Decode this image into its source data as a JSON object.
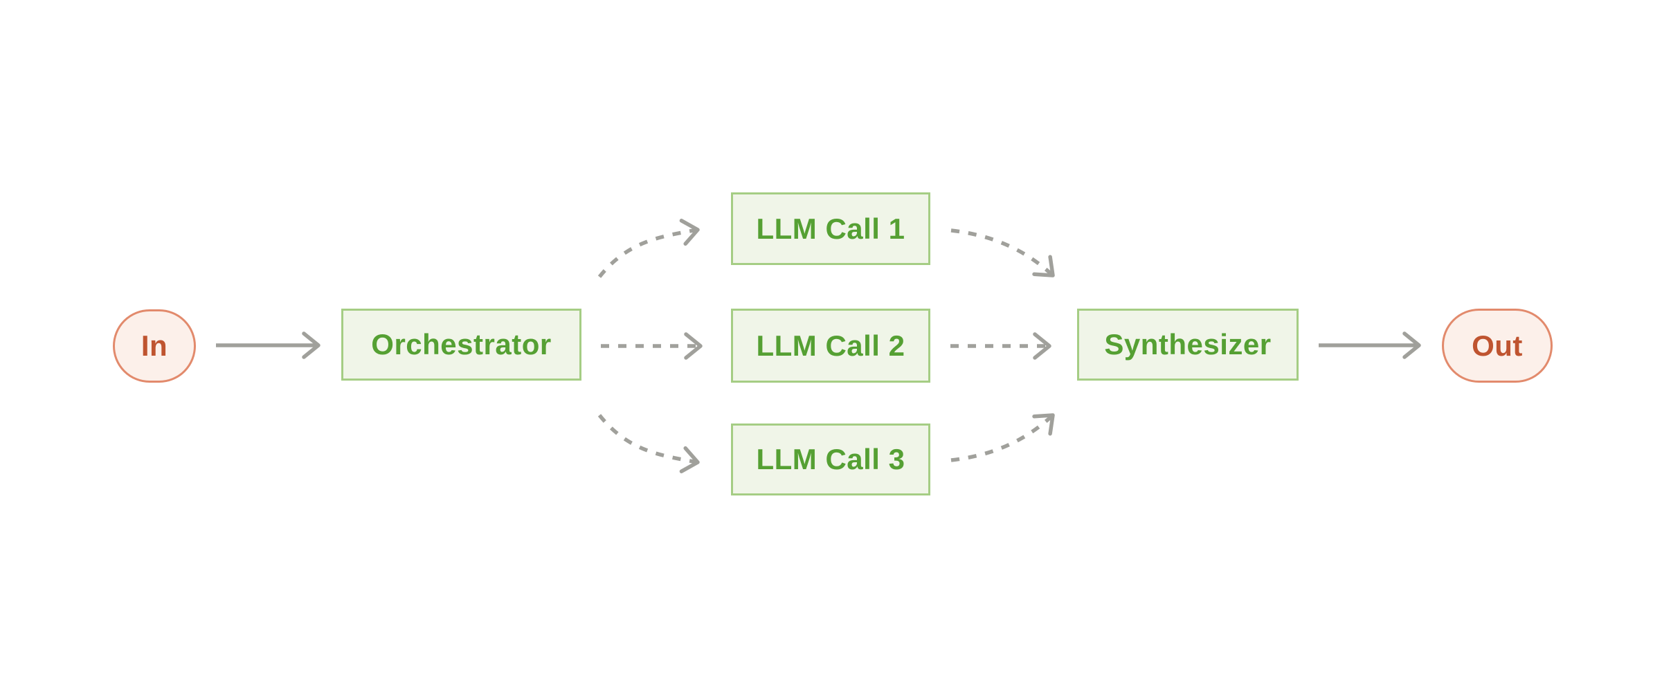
{
  "diagram": {
    "name": "orchestrator-workers-flow",
    "nodes": {
      "input": {
        "label": "In",
        "shape": "pill",
        "role": "terminal"
      },
      "orchestrator": {
        "label": "Orchestrator",
        "shape": "box",
        "role": "process"
      },
      "llm_call_1": {
        "label": "LLM Call 1",
        "shape": "box",
        "role": "process"
      },
      "llm_call_2": {
        "label": "LLM Call 2",
        "shape": "box",
        "role": "process"
      },
      "llm_call_3": {
        "label": "LLM Call 3",
        "shape": "box",
        "role": "process"
      },
      "synthesizer": {
        "label": "Synthesizer",
        "shape": "box",
        "role": "process"
      },
      "output": {
        "label": "Out",
        "shape": "pill",
        "role": "terminal"
      }
    },
    "edges": [
      {
        "from": "In",
        "to": "Orchestrator",
        "style": "solid"
      },
      {
        "from": "Orchestrator",
        "to": "LLM Call 1",
        "style": "dashed"
      },
      {
        "from": "Orchestrator",
        "to": "LLM Call 2",
        "style": "dashed"
      },
      {
        "from": "Orchestrator",
        "to": "LLM Call 3",
        "style": "dashed"
      },
      {
        "from": "LLM Call 1",
        "to": "Synthesizer",
        "style": "dashed"
      },
      {
        "from": "LLM Call 2",
        "to": "Synthesizer",
        "style": "dashed"
      },
      {
        "from": "LLM Call 3",
        "to": "Synthesizer",
        "style": "dashed"
      },
      {
        "from": "Synthesizer",
        "to": "Out",
        "style": "solid"
      }
    ]
  },
  "colors": {
    "green_fill": "#f0f5e8",
    "green_border": "#a5cd84",
    "green_text": "#55a033",
    "pink_fill": "#fcf0ea",
    "pink_border": "#e28a6c",
    "red_text": "#bf5430",
    "arrow_gray": "#a0a09b"
  }
}
